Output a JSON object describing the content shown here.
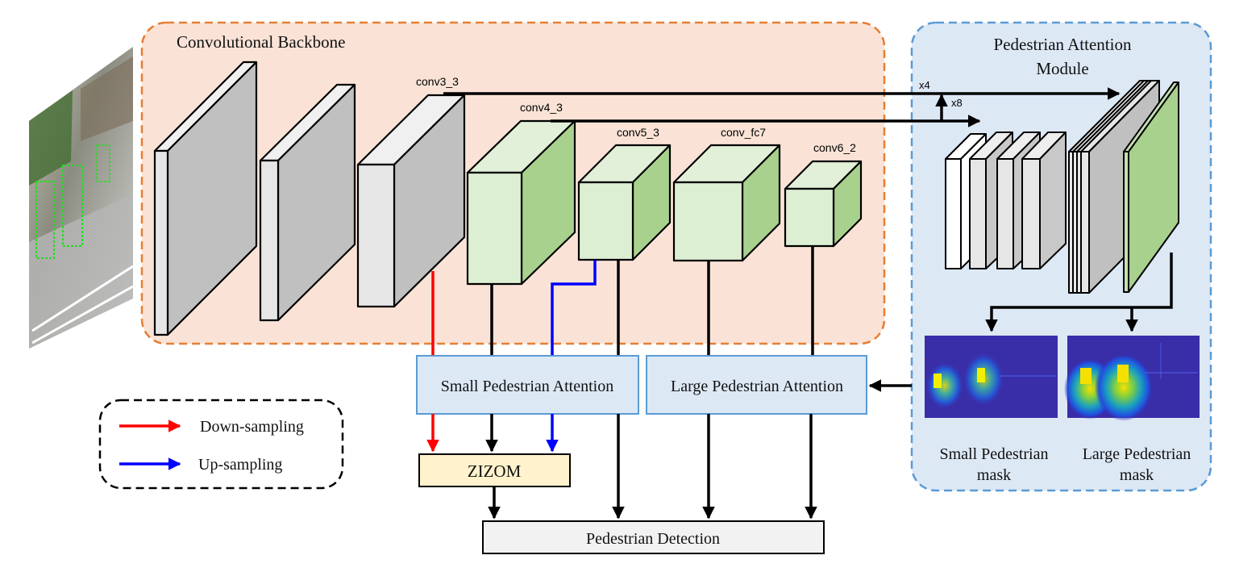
{
  "backbone": {
    "title": "Convolutional Backbone",
    "layers": [
      "conv3_3",
      "conv4_3",
      "conv5_3",
      "conv_fc7",
      "conv6_2"
    ]
  },
  "attention_module": {
    "title_line1": "Pedestrian Attention",
    "title_line2": "Module",
    "scale_small": "x4",
    "scale_large": "x8",
    "small_mask": {
      "line1": "Small Pedestrian",
      "line2": "mask"
    },
    "large_mask": {
      "line1": "Large Pedestrian",
      "line2": "mask"
    }
  },
  "blocks": {
    "small_attention": "Small Pedestrian Attention",
    "large_attention": "Large Pedestrian Attention",
    "zizom": "ZIZOM",
    "detection": "Pedestrian Detection"
  },
  "legend": {
    "down": "Down-sampling",
    "up": "Up-sampling"
  },
  "colors": {
    "backbone_fill": "#fae3d6",
    "backbone_border": "#e67e33",
    "attention_fill": "#dde8f5",
    "attention_border": "#5b9bd5",
    "green_face": "#dcefd2",
    "green_side": "#a9d18e",
    "gray_side": "#c0c0c0",
    "zizom_fill": "#fff2cc",
    "down_arrow": "#ff0000",
    "up_arrow": "#0000ff",
    "mask_bg": "#3a2da8"
  }
}
